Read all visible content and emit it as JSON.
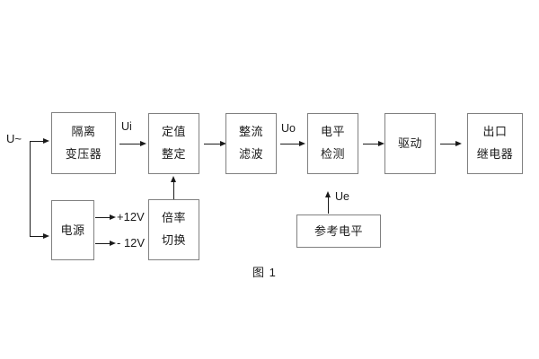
{
  "figure": {
    "caption": "图 1",
    "title_text": "图 1"
  },
  "blocks": [
    {
      "id": "isolation-transformer",
      "lines": [
        "隔离",
        "变压器"
      ]
    },
    {
      "id": "setting-value",
      "lines": [
        "定值",
        "整定"
      ]
    },
    {
      "id": "rectify-filter",
      "lines": [
        "整流",
        "滤波"
      ]
    },
    {
      "id": "level-detect",
      "lines": [
        "电平",
        "检测"
      ]
    },
    {
      "id": "drive",
      "lines": [
        "驱动"
      ]
    },
    {
      "id": "output-relay",
      "lines": [
        "出口",
        "继电器"
      ]
    },
    {
      "id": "power-supply",
      "lines": [
        "电源"
      ]
    },
    {
      "id": "multiplier-switch",
      "lines": [
        "倍率",
        "切换"
      ]
    },
    {
      "id": "reference-level",
      "lines": [
        "参考电平"
      ]
    }
  ],
  "signals": {
    "input": "U~",
    "ui": "Ui",
    "uo": "Uo",
    "ue": "Ue",
    "supply_positive": "+12V",
    "supply_negative": "- 12V"
  },
  "colors": {
    "stroke": "#1a1a1a",
    "box_border": "#808080",
    "background": "#ffffff"
  }
}
